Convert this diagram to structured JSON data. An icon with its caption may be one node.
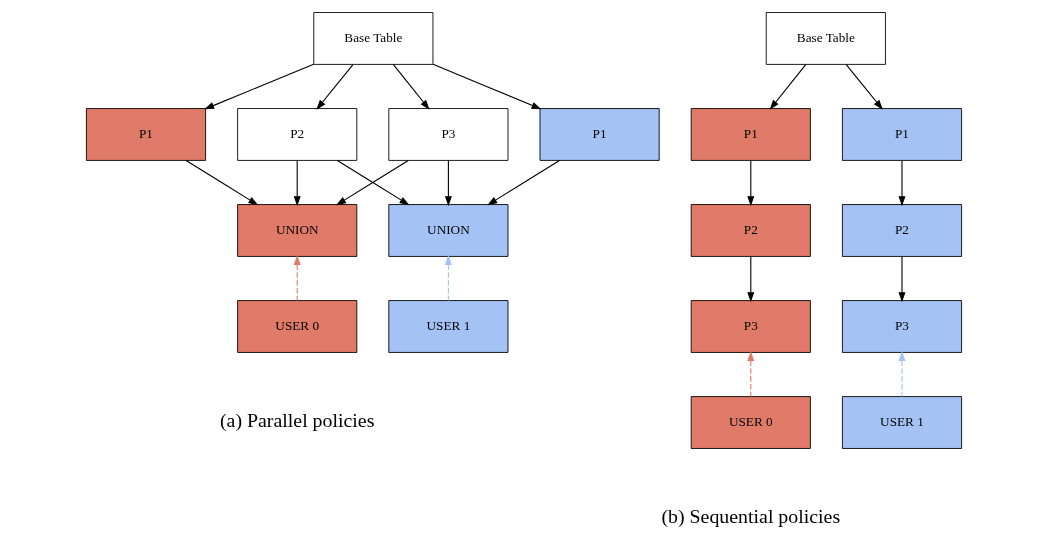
{
  "diagram": {
    "nodes": [
      {
        "text": [
          "Base Table"
        ]
      },
      {
        "text": [
          "P1"
        ]
      },
      {
        "text": [
          "P1"
        ]
      },
      {
        "text": [
          "P2"
        ]
      },
      {
        "text": [
          "P3"
        ]
      },
      {
        "text": [
          "UNION"
        ]
      },
      {
        "text": [
          "UNION"
        ]
      },
      {
        "text": [
          "USER 0"
        ]
      },
      {
        "text": [
          "USER 1"
        ]
      },
      {
        "text": [
          "Base Table"
        ]
      },
      {
        "text": [
          "P1"
        ]
      },
      {
        "text": [
          "P1"
        ]
      },
      {
        "text": [
          "P2"
        ]
      },
      {
        "text": [
          "P2"
        ]
      },
      {
        "text": [
          "P3"
        ]
      },
      {
        "text": [
          "P3"
        ]
      },
      {
        "text": [
          "USER 0"
        ]
      },
      {
        "text": [
          "USER 1"
        ]
      }
    ],
    "edges": [
      {
        "from": 0,
        "to": 1,
        "arrow": "to"
      },
      {
        "from": 0,
        "to": 2,
        "arrow": "to"
      },
      {
        "from": 0,
        "to": 3,
        "arrow": "to"
      },
      {
        "from": 0,
        "to": 4,
        "arrow": "to"
      },
      {
        "from": 1,
        "to": 5,
        "arrow": "to"
      },
      {
        "from": 2,
        "to": 6,
        "arrow": "to"
      },
      {
        "from": 3,
        "to": 5,
        "arrow": "to"
      },
      {
        "from": 3,
        "to": 6,
        "arrow": "to"
      },
      {
        "from": 4,
        "to": 5,
        "arrow": "to"
      },
      {
        "from": 4,
        "to": 6,
        "arrow": "to"
      },
      {
        "from": 7,
        "to": 5,
        "arrow": "to",
        "style": "dashed",
        "color": "#e07b6a"
      },
      {
        "from": 8,
        "to": 6,
        "arrow": "to",
        "style": "dashed",
        "color": "#a4c2f4"
      },
      {
        "from": 9,
        "to": 10,
        "arrow": "to"
      },
      {
        "from": 9,
        "to": 11,
        "arrow": "to"
      },
      {
        "from": 10,
        "to": 12,
        "arrow": "to"
      },
      {
        "from": 12,
        "to": 14,
        "arrow": "to"
      },
      {
        "from": 11,
        "to": 13,
        "arrow": "to"
      },
      {
        "from": 13,
        "to": 15,
        "arrow": "to"
      },
      {
        "from": 16,
        "to": 14,
        "arrow": "to",
        "style": "dashed",
        "color": "#e07b6a"
      },
      {
        "from": 17,
        "to": 15,
        "arrow": "to",
        "style": "dashed",
        "color": "#a4c2f4"
      }
    ],
    "labels": [
      "(a) Parallel policies",
      "(b) Sequential policies"
    ]
  }
}
